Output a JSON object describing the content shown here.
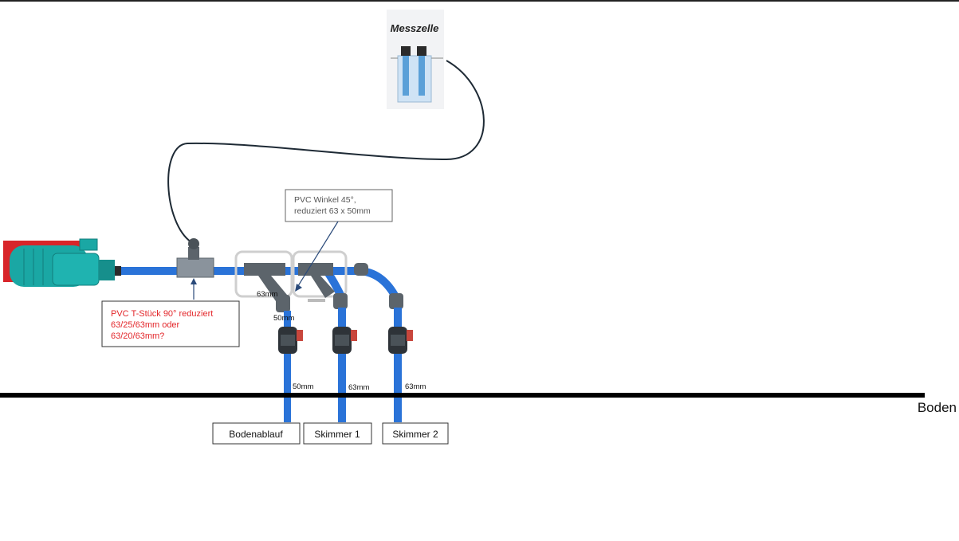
{
  "cell": {
    "title": "Messzelle"
  },
  "notes": {
    "tee_line1": "PVC T-Stück 90° reduziert",
    "tee_line2": "63/25/63mm oder",
    "tee_line3": "63/20/63mm?",
    "elbow_line1": "PVC Winkel 45°,",
    "elbow_line2": "reduziert 63 x 50mm"
  },
  "dims": {
    "d63_top": "63mm",
    "d50_branch": "50mm",
    "d50_pipe": "50mm",
    "d63_pipe2": "63mm",
    "d63_pipe3": "63mm"
  },
  "floor": {
    "label": "Boden"
  },
  "outlets": {
    "drain": "Bodenablauf",
    "skimmer1": "Skimmer 1",
    "skimmer2": "Skimmer 2"
  },
  "colors": {
    "pipe": "#2a73d8",
    "pump": "#1aa7a4",
    "motor": "#d8252a",
    "note_text": "#e3262a"
  }
}
